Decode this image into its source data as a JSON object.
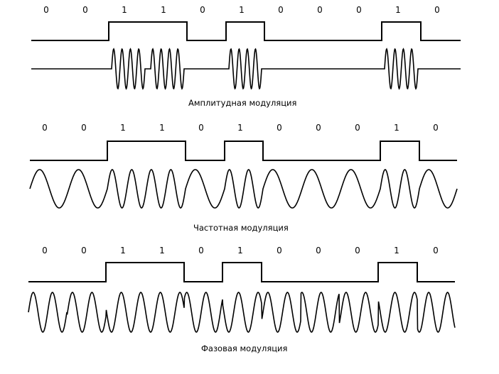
{
  "sections": [
    {
      "id": "am",
      "bits": [
        "0",
        "0",
        "1",
        "1",
        "0",
        "1",
        "0",
        "0",
        "0",
        "1",
        "0"
      ],
      "caption": "Амплитудная модуляция",
      "modulation": "amplitude"
    },
    {
      "id": "fm",
      "bits": [
        "0",
        "0",
        "1",
        "1",
        "0",
        "1",
        "0",
        "0",
        "0",
        "1",
        "0"
      ],
      "caption": "Частотная модуляция",
      "modulation": "frequency"
    },
    {
      "id": "pm",
      "bits": [
        "0",
        "0",
        "1",
        "1",
        "0",
        "1",
        "0",
        "0",
        "0",
        "1",
        "0"
      ],
      "caption": "Фазовая модуляция",
      "modulation": "phase"
    }
  ],
  "colors": {
    "line": "#000000",
    "background": "#ffffff"
  }
}
